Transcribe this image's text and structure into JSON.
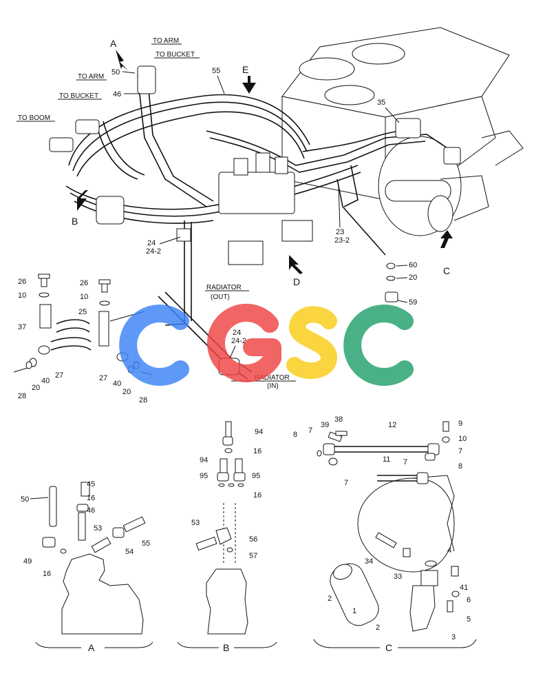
{
  "watermark": {
    "letters": [
      "C",
      "G",
      "S",
      "C"
    ],
    "colors": [
      "#3b82f6",
      "#ef4444",
      "#facc15",
      "#22a06b"
    ]
  },
  "arrows": {
    "A": "A",
    "B": "B",
    "C": "C",
    "D": "D",
    "E": "E"
  },
  "destinations": {
    "to_arm_1": "TO ARM",
    "to_bucket_1": "TO BUCKET",
    "to_arm_2": "TO ARM",
    "to_bucket_2": "TO BUCKET",
    "to_boom": "TO BOOM",
    "radiator_out": "RADIATOR",
    "radiator_out_sub": "(OUT)",
    "radiator_in": "RADIATOR",
    "radiator_in_sub": "(IN)"
  },
  "main_parts": {
    "p50": "50",
    "p46": "46",
    "p55": "55",
    "p35": "35",
    "p24a": "24",
    "p24_2a": "24-2",
    "p23": "23",
    "p23_2": "23-2",
    "p60": "60",
    "p20a": "20",
    "p59": "59",
    "p24b": "24",
    "p24_2b": "24-2"
  },
  "bracket_parts": {
    "p26a": "26",
    "p10a": "10",
    "p37": "37",
    "p26b": "26",
    "p10b": "10",
    "p25": "25",
    "p27a": "27",
    "p40a": "40",
    "p20b": "20",
    "p28a": "28",
    "p27b": "27",
    "p40b": "40",
    "p20c": "20",
    "p28b": "28"
  },
  "detail_a": {
    "title": "A",
    "p50": "50",
    "p45": "45",
    "p16a": "16",
    "p46": "46",
    "p53": "53",
    "p55": "55",
    "p54": "54",
    "p49": "49",
    "p16b": "16"
  },
  "detail_b": {
    "title": "B",
    "p94a": "94",
    "p16a": "16",
    "p94b": "94",
    "p95a": "95",
    "p95b": "95",
    "p16b": "16",
    "p53": "53",
    "p56": "56",
    "p57": "57"
  },
  "detail_c": {
    "title": "C",
    "p38": "38",
    "p12": "12",
    "p9": "9",
    "p8a": "8",
    "p7a": "7",
    "p39": "39",
    "p10": "10",
    "p7b": "7",
    "p11": "11",
    "p7c": "7",
    "p8b": "8",
    "p7d": "7",
    "p4": "4",
    "p34": "34",
    "p33": "33",
    "p41": "41",
    "p2a": "2",
    "p6": "6",
    "p1": "1",
    "p5": "5",
    "p2b": "2",
    "p3": "3"
  }
}
